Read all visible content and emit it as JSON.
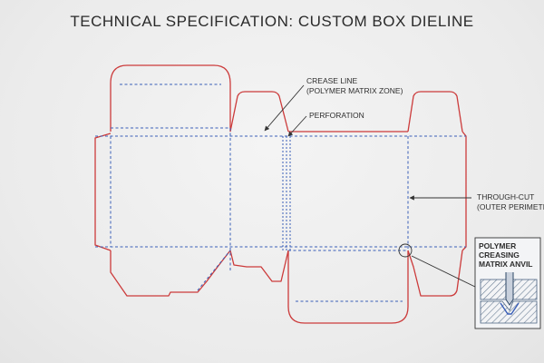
{
  "title": "TECHNICAL SPECIFICATION: CUSTOM BOX DIELINE",
  "callouts": {
    "crease_line_1": "CREASE LINE",
    "crease_line_2": "(POLYMER MATRIX ZONE)",
    "perforation": "PERFORATION",
    "through_cut_1": "THROUGH-CUT",
    "through_cut_2": "(OUTER PERIMETER)"
  },
  "inset": {
    "line1": "POLYMER",
    "line2": "CREASING",
    "line3": "MATRIX ANVIL"
  },
  "colors": {
    "cut_line": "#cc3b3b",
    "crease_line": "#3a5fb8",
    "leader": "#333333",
    "text": "#2a2a2a"
  }
}
